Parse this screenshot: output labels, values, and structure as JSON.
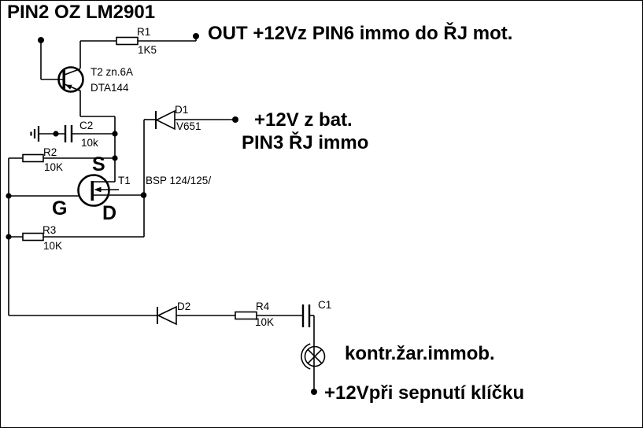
{
  "title": "PIN2 OZ LM2901",
  "annotations": {
    "out": "OUT +12Vz PIN6 immo do ŘJ mot.",
    "battery_line1": "+12V z bat.",
    "battery_line2": "PIN3 ŘJ immo",
    "lamp": "kontr.žar.immob.",
    "ignition": "+12Vpři sepnutí klíčku"
  },
  "components": {
    "r1": {
      "ref": "R1",
      "value": "1K5"
    },
    "r2": {
      "ref": "R2",
      "value": "10K"
    },
    "r3": {
      "ref": "R3",
      "value": "10K"
    },
    "r4": {
      "ref": "R4",
      "value": "10K"
    },
    "c1": {
      "ref": "C1"
    },
    "c2": {
      "ref": "C2",
      "value": "10k"
    },
    "d1": {
      "ref": "D1",
      "value": "V651"
    },
    "d2": {
      "ref": "D2"
    },
    "t1": {
      "ref": "T1",
      "part": "BSP 124/125/",
      "pin_source": "S",
      "pin_gate": "G",
      "pin_drain": "D"
    },
    "t2": {
      "label": "T2 zn.6A",
      "part": "DTA144"
    }
  },
  "icons": [
    "ground-icon",
    "lamp-icon",
    "diode-icon",
    "mosfet-icon",
    "pnp-transistor-icon"
  ],
  "colors": {
    "ink": "#000000",
    "background": "#ffffff"
  }
}
